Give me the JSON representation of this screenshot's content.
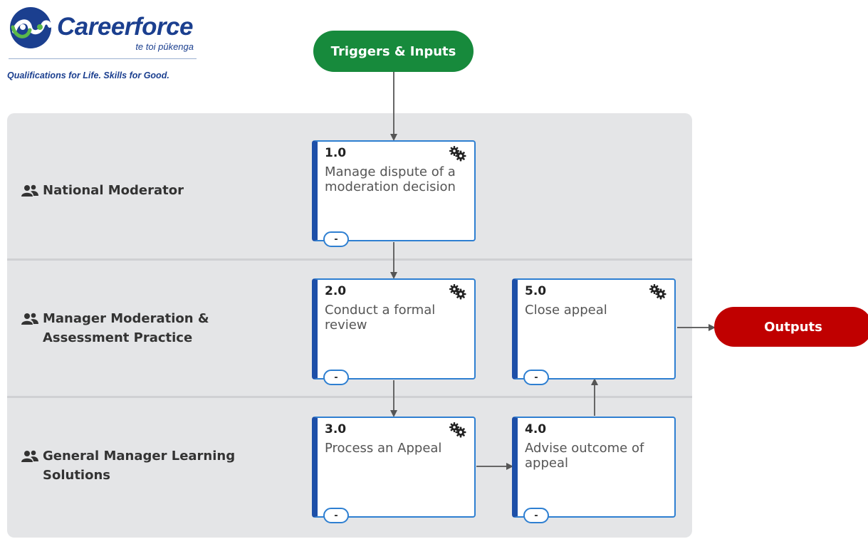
{
  "logo": {
    "name": "Careerforce",
    "subtitle": "te toi pūkenga",
    "tagline": "Qualifications for Life. Skills for Good."
  },
  "colors": {
    "start": "#178a3c",
    "end": "#c00000",
    "box_border": "#2e7fd1",
    "box_accent": "#1d4fa8",
    "lane_bg": "#e4e5e7"
  },
  "terminators": {
    "start": "Triggers & Inputs",
    "end": "Outputs"
  },
  "lanes": [
    {
      "label_lines": [
        "National Moderator"
      ],
      "icon": "people-icon"
    },
    {
      "label_lines": [
        "Manager Moderation &",
        "Assessment Practice"
      ],
      "icon": "people-icon"
    },
    {
      "label_lines": [
        "General Manager Learning",
        "Solutions"
      ],
      "icon": "people-icon"
    }
  ],
  "activities": [
    {
      "number": "1.0",
      "title": "Manage dispute of a moderation decision",
      "toggle": "-",
      "icon": "gears-icon"
    },
    {
      "number": "2.0",
      "title": "Conduct a formal review",
      "toggle": "-",
      "icon": "gears-icon"
    },
    {
      "number": "3.0",
      "title": "Process an Appeal",
      "toggle": "-",
      "icon": "gears-icon"
    },
    {
      "number": "4.0",
      "title": "Advise outcome of appeal",
      "toggle": "-"
    },
    {
      "number": "5.0",
      "title": "Close appeal",
      "toggle": "-",
      "icon": "gears-icon"
    }
  ]
}
